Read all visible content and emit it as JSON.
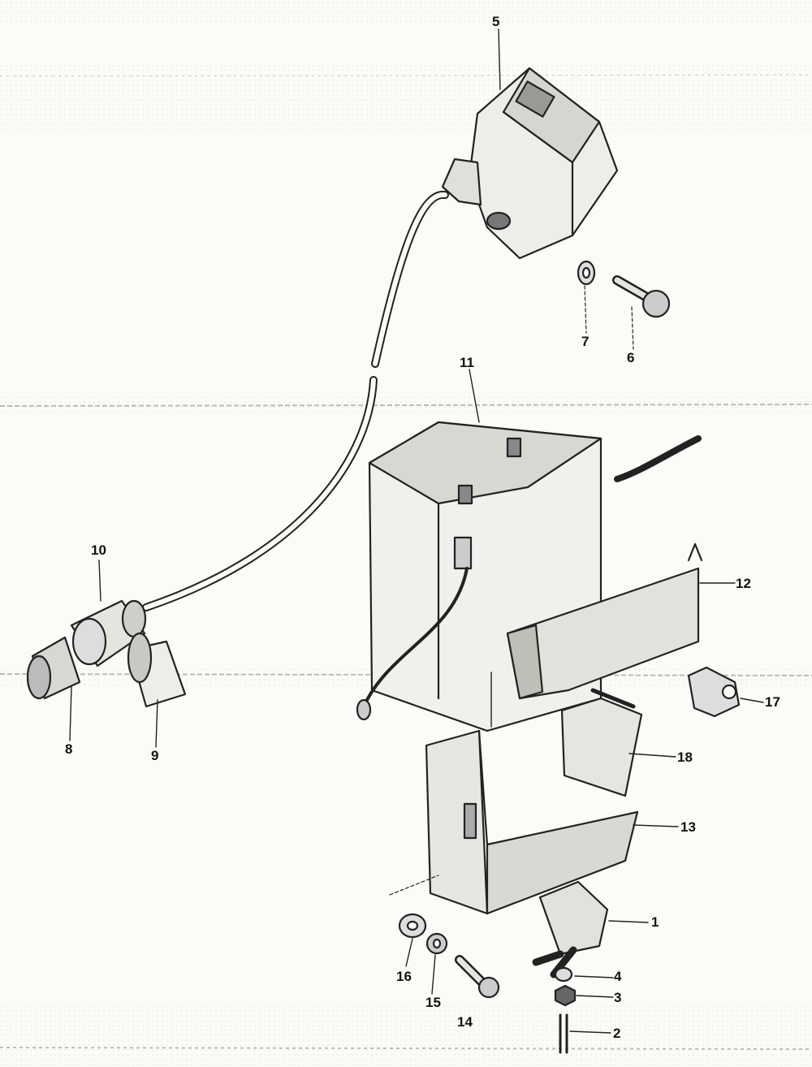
{
  "diagram": {
    "kind": "exploded parts diagram",
    "parts": [
      {
        "id": "p1",
        "label": "1",
        "icon": "terminal-clip-icon"
      },
      {
        "id": "p2",
        "label": "2",
        "icon": "wire-pin-icon"
      },
      {
        "id": "p3",
        "label": "3",
        "icon": "nut-icon"
      },
      {
        "id": "p4",
        "label": "4",
        "icon": "washer-icon"
      },
      {
        "id": "p5",
        "label": "5",
        "icon": "ignition-coil-icon"
      },
      {
        "id": "p6",
        "label": "6",
        "icon": "bolt-icon"
      },
      {
        "id": "p7",
        "label": "7",
        "icon": "washer-icon"
      },
      {
        "id": "p8",
        "label": "8",
        "icon": "plug-cap-icon"
      },
      {
        "id": "p9",
        "label": "9",
        "icon": "rubber-boot-icon"
      },
      {
        "id": "p10",
        "label": "10",
        "icon": "connector-icon"
      },
      {
        "id": "p11",
        "label": "11",
        "icon": "battery-icon"
      },
      {
        "id": "p12",
        "label": "12",
        "icon": "strap-icon"
      },
      {
        "id": "p13",
        "label": "13",
        "icon": "battery-tray-icon"
      },
      {
        "id": "p14",
        "label": "14",
        "icon": "screw-icon"
      },
      {
        "id": "p15",
        "label": "15",
        "icon": "lock-washer-icon"
      },
      {
        "id": "p16",
        "label": "16",
        "icon": "washer-icon"
      },
      {
        "id": "p17",
        "label": "17",
        "icon": "clamp-icon"
      },
      {
        "id": "p18",
        "label": "18",
        "icon": "bracket-icon"
      }
    ],
    "colors": {
      "ink": "#222222",
      "paper": "#fbfbf8",
      "shade": "#d6d6d0"
    }
  }
}
